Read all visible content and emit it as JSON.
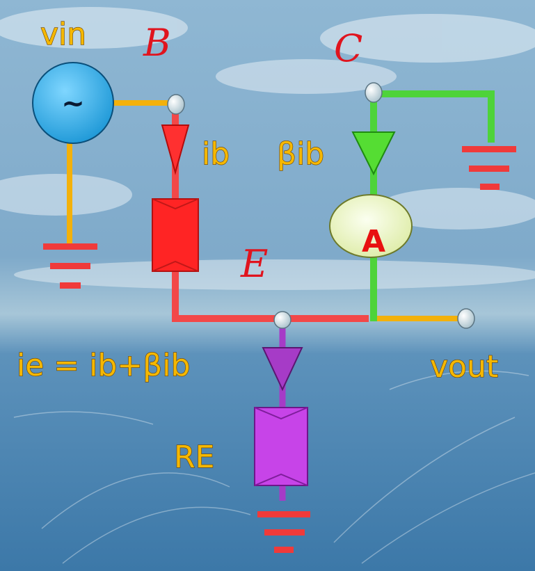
{
  "labels": {
    "vin": "vin",
    "node_b": "B",
    "node_c": "C",
    "node_e": "E",
    "ib": "ib",
    "beta_ib": "βib",
    "ie_equation": "ie = ib+βib",
    "vout": "vout",
    "re": "RE",
    "amplifier": "A",
    "source_symbol": "~"
  },
  "colors": {
    "base_wire": "#f24848",
    "collector_wire": "#4ed33a",
    "emitter_wire": "#a63bc7",
    "source_wire": "#f3b10b",
    "ground": "#f03a3a",
    "source_fill": "#2fb2ea",
    "amplifier_fill": "#eef6b8",
    "label_yellow": "#f5b800",
    "label_red": "#e0141e"
  }
}
